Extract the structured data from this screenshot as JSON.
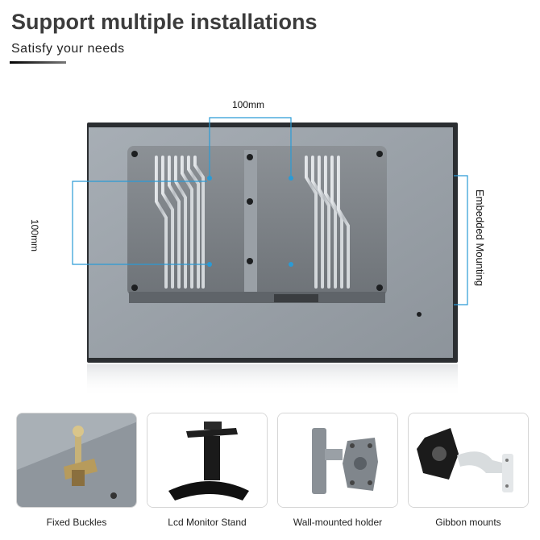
{
  "header": {
    "title": "Support multiple installations",
    "subtitle": "Satisfy your needs"
  },
  "diagram": {
    "dim_horizontal": "100mm",
    "dim_vertical": "100mm",
    "embedded_label": "Embedded Mounting",
    "accent_color": "#2a9bd6"
  },
  "options": [
    {
      "label": "Fixed Buckles",
      "icon": "fixed-buckle-image"
    },
    {
      "label": "Lcd Monitor Stand",
      "icon": "monitor-stand-image"
    },
    {
      "label": "Wall-mounted holder",
      "icon": "wall-mount-image"
    },
    {
      "label": "Gibbon mounts",
      "icon": "gibbon-mount-image"
    }
  ]
}
